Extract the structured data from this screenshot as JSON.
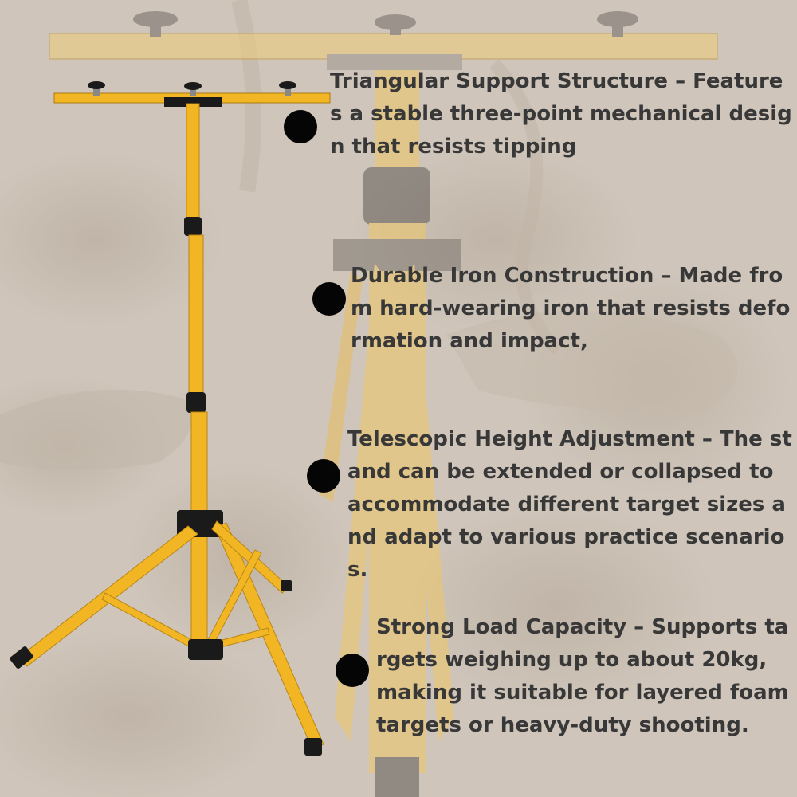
{
  "colors": {
    "background": "#cfc5ba",
    "stand_yellow": "#f2b624",
    "stand_black": "#1a1a1a",
    "text": "#383838",
    "bullet": "#050505"
  },
  "features": [
    {
      "text": "Triangular Support Structure – Features a stable three-point mechanical design that resists tipping"
    },
    {
      "text": "Durable Iron Construction – Made from hard-wearing iron that resists deformation and impact,"
    },
    {
      "text": "Telescopic Height Adjustment – The stand can be extended or collapsed to accommodate different target sizes and adapt to various practice scenarios."
    },
    {
      "text": "Strong Load Capacity – Supports targets weighing up to about 20kg, making it suitable for layered foam targets or heavy-duty shooting."
    }
  ]
}
